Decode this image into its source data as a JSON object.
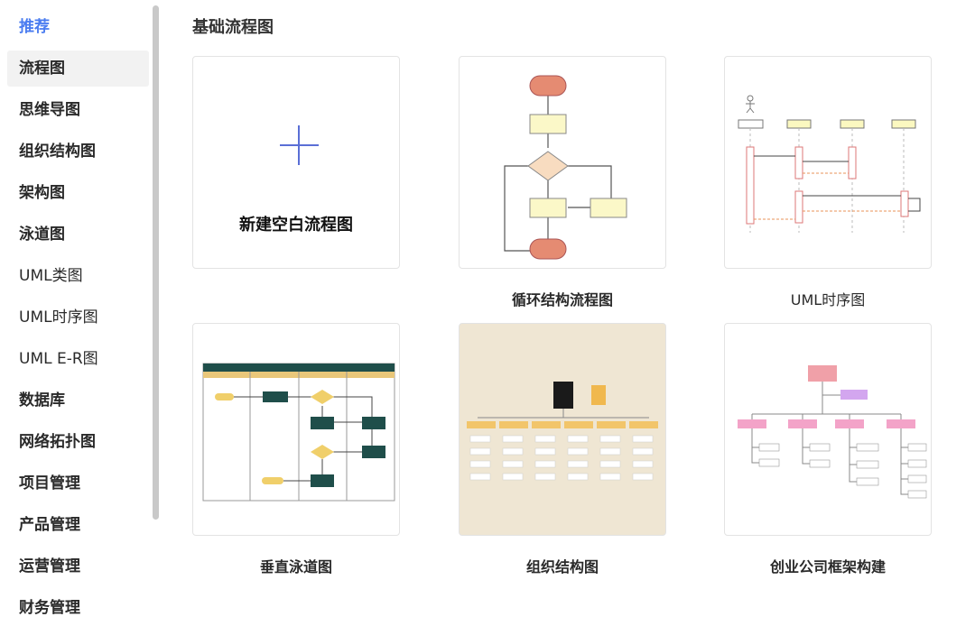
{
  "sidebar": {
    "items": [
      {
        "label": "推荐"
      },
      {
        "label": "流程图"
      },
      {
        "label": "思维导图"
      },
      {
        "label": "组织结构图"
      },
      {
        "label": "架构图"
      },
      {
        "label": "泳道图"
      },
      {
        "label": "UML类图"
      },
      {
        "label": "UML时序图"
      },
      {
        "label": "UML E-R图"
      },
      {
        "label": "数据库"
      },
      {
        "label": "网络拓扑图"
      },
      {
        "label": "项目管理"
      },
      {
        "label": "产品管理"
      },
      {
        "label": "运营管理"
      },
      {
        "label": "财务管理"
      }
    ],
    "active": "流程图",
    "highlight_color": "#4a7cf0"
  },
  "section": {
    "title": "基础流程图"
  },
  "templates": [
    {
      "label": "新建空白流程图",
      "icon": "plus-icon"
    },
    {
      "label": "循环结构流程图"
    },
    {
      "label": "UML时序图"
    },
    {
      "label": "垂直泳道图"
    },
    {
      "label": "组织结构图"
    },
    {
      "label": "创业公司框架构建"
    }
  ]
}
